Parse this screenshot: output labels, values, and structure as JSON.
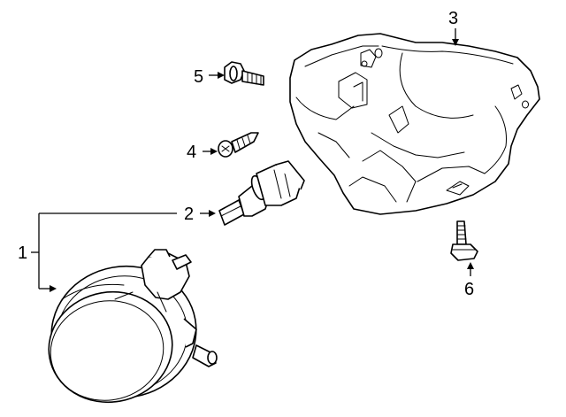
{
  "callouts": [
    {
      "id": "1",
      "label": "1",
      "part": "fog-lamp-assembly"
    },
    {
      "id": "2",
      "label": "2",
      "part": "bulb"
    },
    {
      "id": "3",
      "label": "3",
      "part": "mounting-bracket"
    },
    {
      "id": "4",
      "label": "4",
      "part": "screw"
    },
    {
      "id": "5",
      "label": "5",
      "part": "bolt"
    },
    {
      "id": "6",
      "label": "6",
      "part": "bolt"
    }
  ],
  "colors": {
    "line": "#000000",
    "background": "#ffffff"
  }
}
